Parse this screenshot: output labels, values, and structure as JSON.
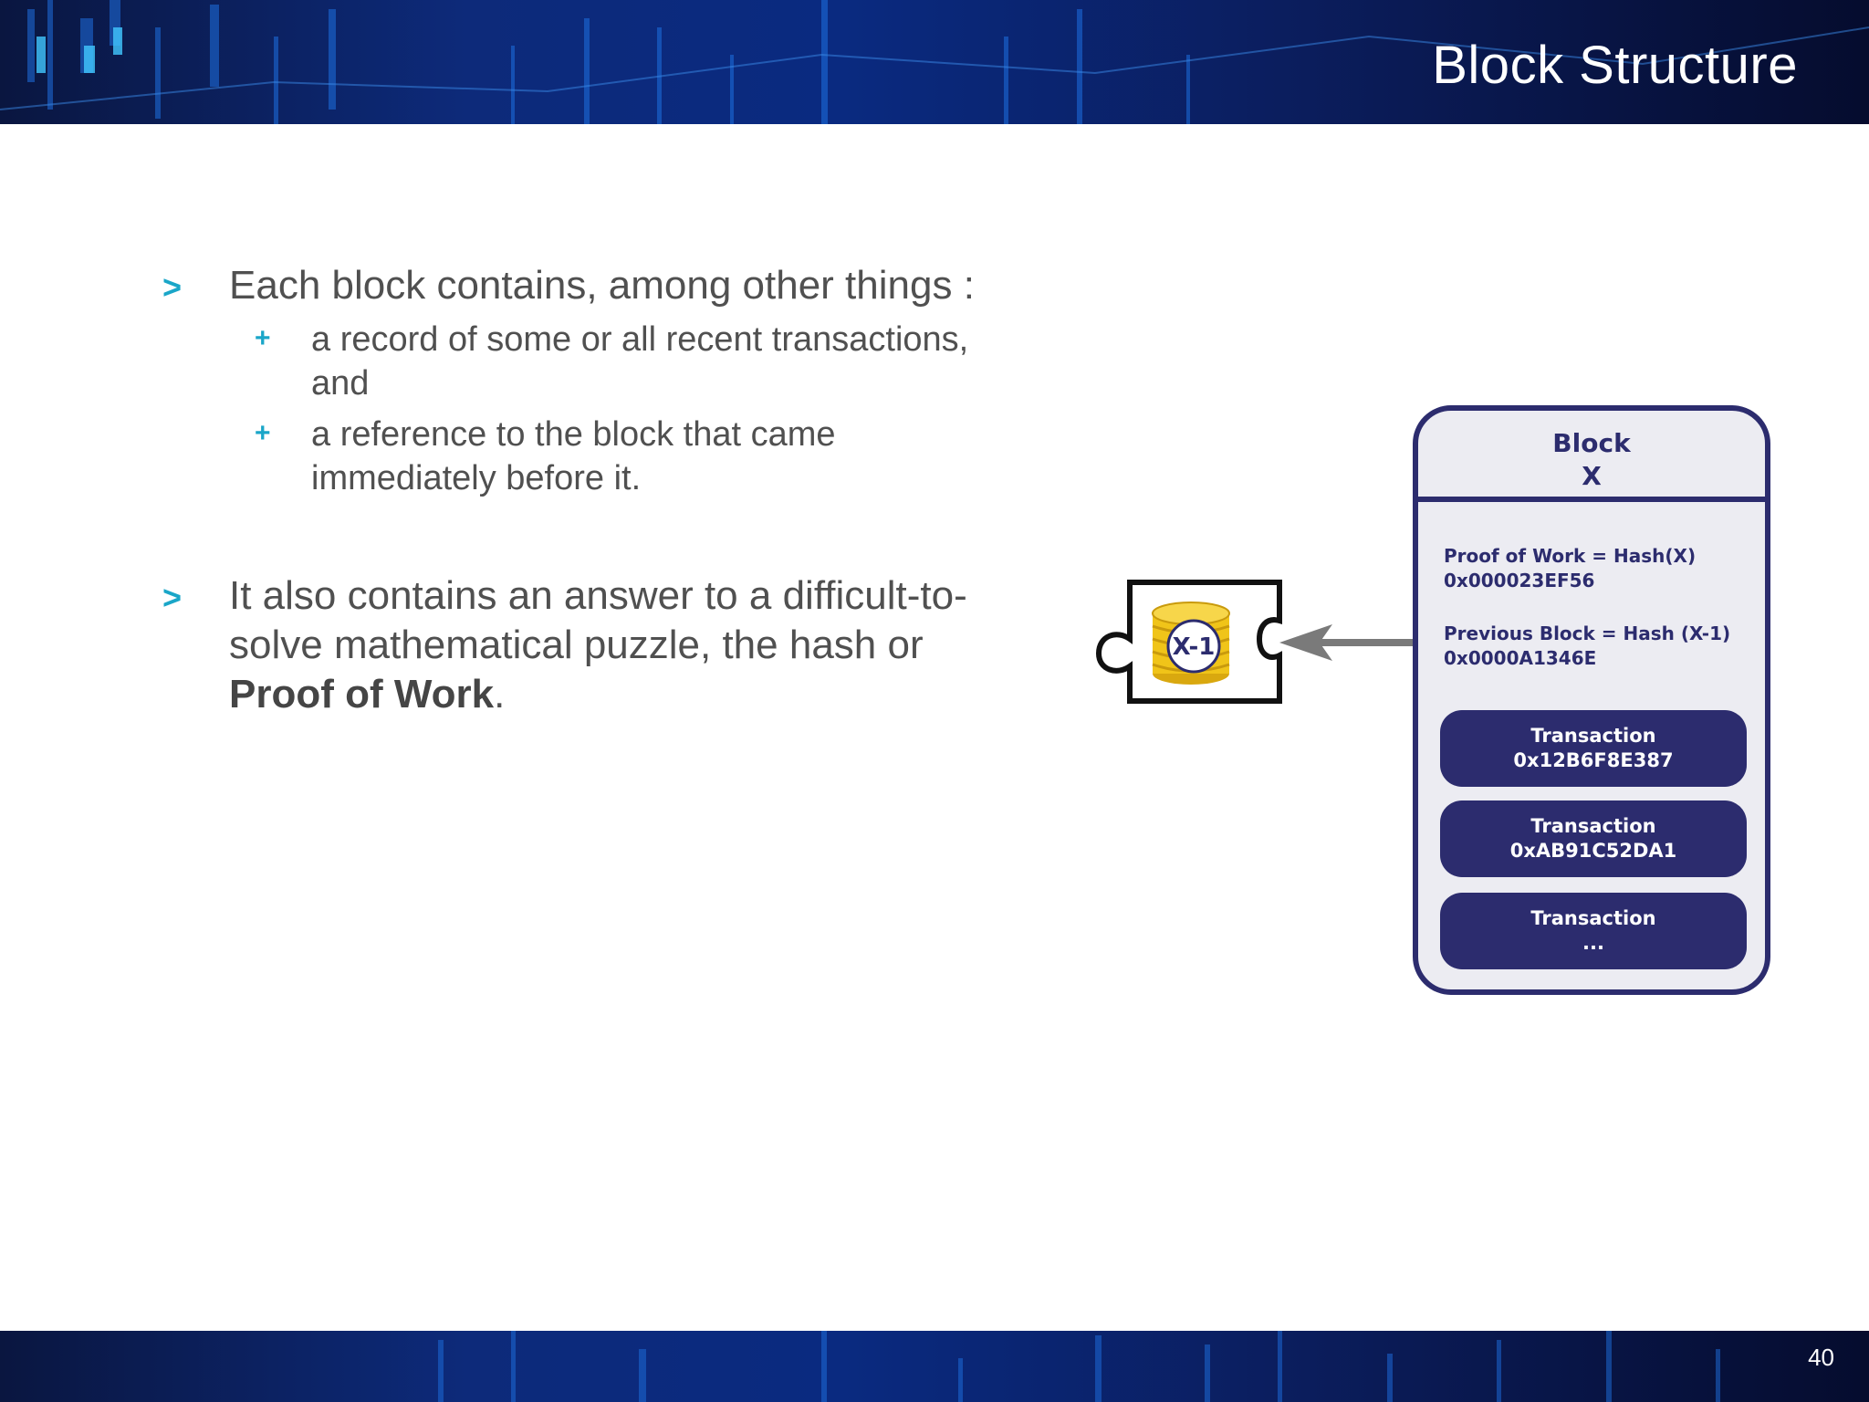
{
  "slide": {
    "title": "Block Structure",
    "page_number": "40"
  },
  "bullets": [
    {
      "text": "Each block contains, among other things :",
      "marker": ">",
      "sub": [
        {
          "marker": "+",
          "line1": "a record of some or all recent transactions,",
          "line2": "and"
        },
        {
          "marker": "+",
          "line1": "a reference to the block that came",
          "line2": "immediately before it."
        }
      ]
    },
    {
      "marker": ">",
      "line1": "It also contains an answer to a difficult-to-",
      "line2": "solve mathematical puzzle, the hash or",
      "bold": "Proof of Work",
      "tail": "."
    }
  ],
  "diagram": {
    "block_title_line1": "Block",
    "block_title_line2": "X",
    "proof_label": "Proof of Work = Hash(X)",
    "proof_value": "0x000023EF56",
    "prev_label": "Previous Block = Hash (X-1)",
    "prev_value": "0x0000A1346E",
    "transactions": [
      {
        "label": "Transaction",
        "value": "0x12B6F8E387"
      },
      {
        "label": "Transaction",
        "value": "0xAB91C52DA1"
      },
      {
        "label": "Transaction",
        "value": "..."
      }
    ],
    "puzzle_label": "X-1",
    "colors": {
      "block": "#2c2c6e",
      "coin": "#f0c419",
      "arrow": "#7a7a7a",
      "accent": "#1aa6c8"
    }
  }
}
